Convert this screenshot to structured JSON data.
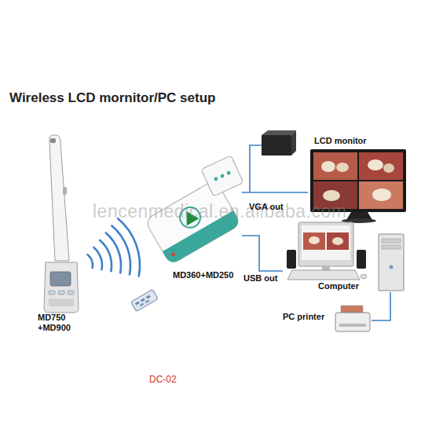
{
  "diagram": {
    "title": "Wireless LCD mornitor/PC setup",
    "nodes": [
      {
        "text": [
          "MD750 +MD900"
        ]
      },
      {
        "text": [
          "MD360+MD250"
        ]
      },
      {
        "text": [
          "LCD monitor"
        ]
      },
      {
        "text": [
          "Computer"
        ]
      },
      {
        "text": [
          "PC printer"
        ]
      }
    ],
    "edges": [
      {
        "from": 1,
        "to": 2,
        "label": "VGA out",
        "arrow": "none"
      },
      {
        "from": 1,
        "to": 3,
        "label": "USB out",
        "arrow": "none"
      },
      {
        "from": 3,
        "to": 4,
        "arrow": "none"
      }
    ],
    "labels": [
      "lencenmedical.en.alibaba.com",
      "DC-02"
    ]
  }
}
